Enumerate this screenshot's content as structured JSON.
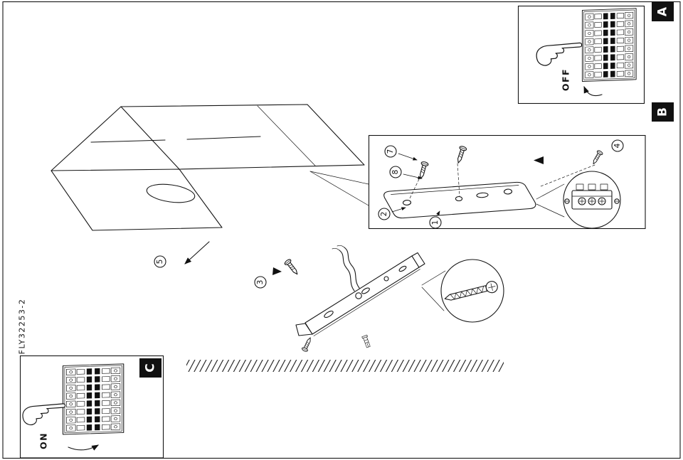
{
  "doc": {
    "part_number": "FLY32253-2"
  },
  "sections": {
    "a": {
      "label": "A",
      "switch_label": "OFF"
    },
    "b": {
      "label": "B"
    },
    "c": {
      "label": "C",
      "switch_label": "ON"
    }
  },
  "callouts": {
    "shade": "5",
    "mounting_screw": "3",
    "plate_step_top": "7",
    "plate_step_mid": "8",
    "plate_bottom_left": "2",
    "plate_bottom_center": "1",
    "terminal_detail": "4"
  }
}
